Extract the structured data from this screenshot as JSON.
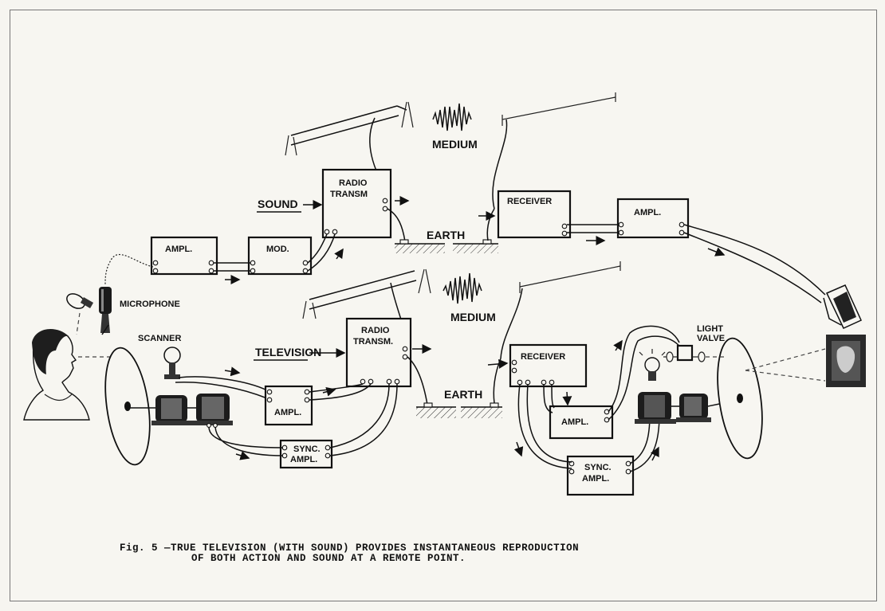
{
  "labels": {
    "sound": "SOUND",
    "television": "TELEVISION",
    "microphone": "MICROPHONE",
    "scanner": "SCANNER",
    "medium_top": "MEDIUM",
    "medium_bottom": "MEDIUM",
    "earth_top": "EARTH",
    "earth_bottom": "EARTH",
    "light_valve_1": "LIGHT",
    "light_valve_2": "VALVE"
  },
  "boxes": {
    "ampl_sound_tx": "AMPL.",
    "mod": "MOD.",
    "radio_transm_sound_1": "RADIO",
    "radio_transm_sound_2": "TRANSM",
    "receiver_sound": "RECEIVER",
    "ampl_sound_rx": "AMPL.",
    "radio_transm_tv_1": "RADIO",
    "radio_transm_tv_2": "TRANSM.",
    "ampl_tv_tx": "AMPL.",
    "sync_ampl_tx_1": "SYNC.",
    "sync_ampl_tx_2": "AMPL.",
    "receiver_tv": "RECEIVER",
    "ampl_tv_rx": "AMPL.",
    "sync_ampl_rx_1": "SYNC.",
    "sync_ampl_rx_2": "AMPL."
  },
  "caption": {
    "line1": "Fig. 5 —TRUE TELEVISION (WITH SOUND) PROVIDES INSTANTANEOUS REPRODUCTION",
    "line2": "OF BOTH ACTION AND SOUND AT A REMOTE POINT."
  }
}
